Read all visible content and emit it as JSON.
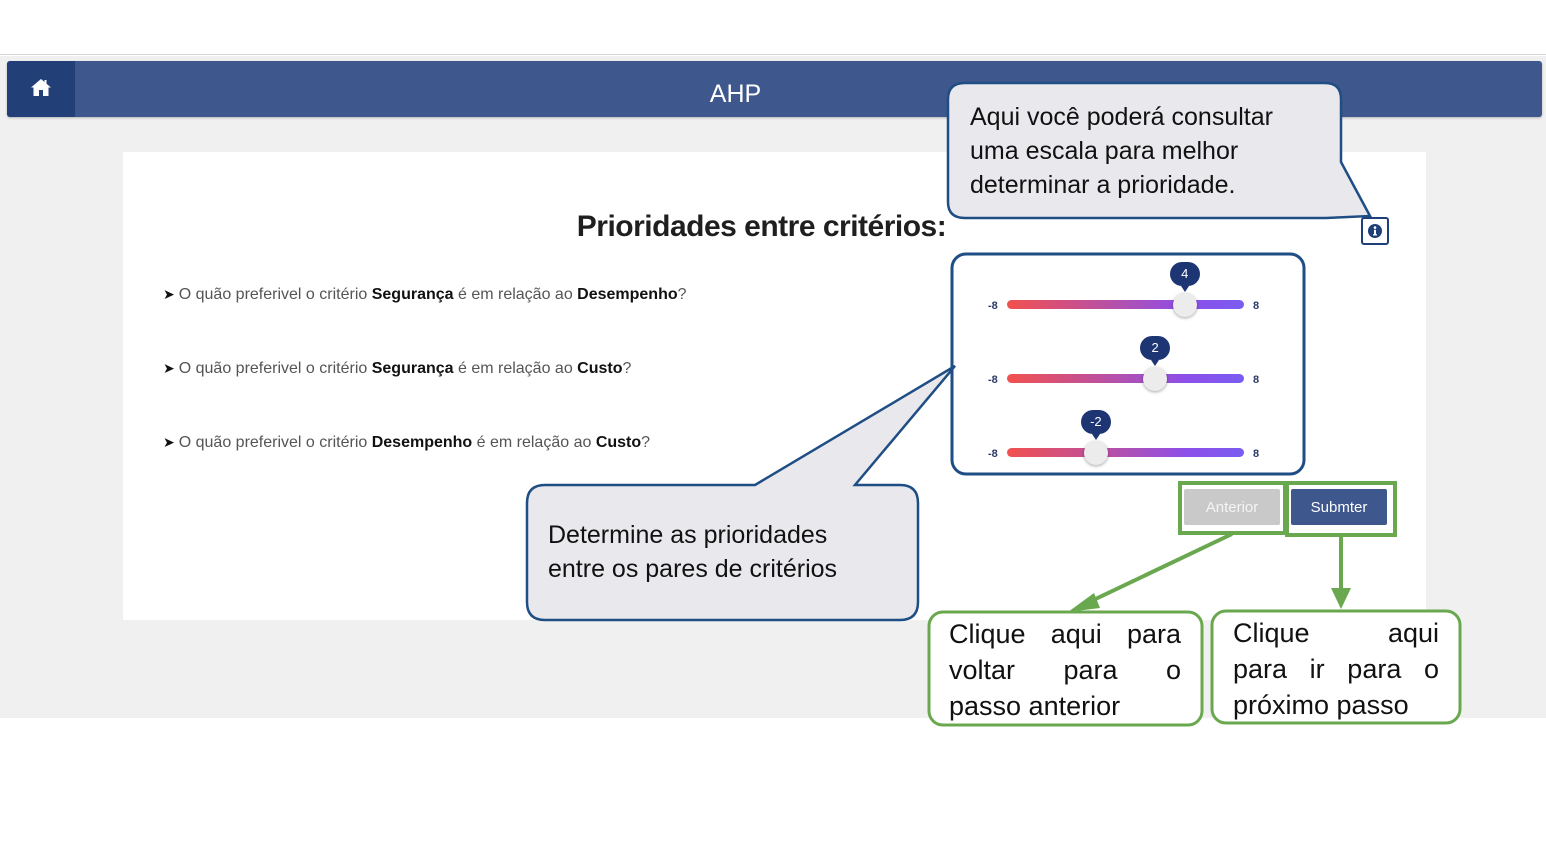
{
  "navbar": {
    "title": "AHP",
    "home_icon": "home-icon",
    "color": "#3e578c"
  },
  "card": {
    "title": "Prioridades entre critérios:",
    "info_icon": "info-icon",
    "questions": [
      {
        "prefix": "O quão preferivel o critério ",
        "a": "Segurança",
        "mid": " é em relação ao ",
        "b": "Desempenho",
        "end": "?"
      },
      {
        "prefix": "O quão preferivel o critério ",
        "a": "Segurança",
        "mid": " é em relação ao ",
        "b": "Custo",
        "end": "?"
      },
      {
        "prefix": "O quão preferivel o critério ",
        "a": "Desempenho",
        "mid": " é em relação ao ",
        "b": "Custo",
        "end": "?"
      }
    ],
    "sliders": [
      {
        "min": -8,
        "max": 8,
        "value": 4,
        "min_label": "-8",
        "max_label": "8",
        "value_label": "4"
      },
      {
        "min": -8,
        "max": 8,
        "value": 2,
        "min_label": "-8",
        "max_label": "8",
        "value_label": "2"
      },
      {
        "min": -8,
        "max": 8,
        "value": -2,
        "min_label": "-8",
        "max_label": "8",
        "value_label": "-2"
      }
    ],
    "prev_label": "Anterior",
    "submit_label": "Submter"
  },
  "annotations": {
    "info_callout": [
      "Aqui você poderá consultar",
      "uma escala para melhor",
      "determinar a prioridade."
    ],
    "slider_callout": [
      "Determine as prioridades",
      "entre os pares de critérios"
    ],
    "prev_callout": [
      "Clique aqui para",
      "voltar para o",
      "passo anterior"
    ],
    "next_callout": [
      "Clique aqui",
      "para ir para o",
      "próximo passo"
    ],
    "callout_border": "#1f4e85",
    "callout_fill": "#e9e9ed",
    "highlight_color": "#6aa84f"
  }
}
